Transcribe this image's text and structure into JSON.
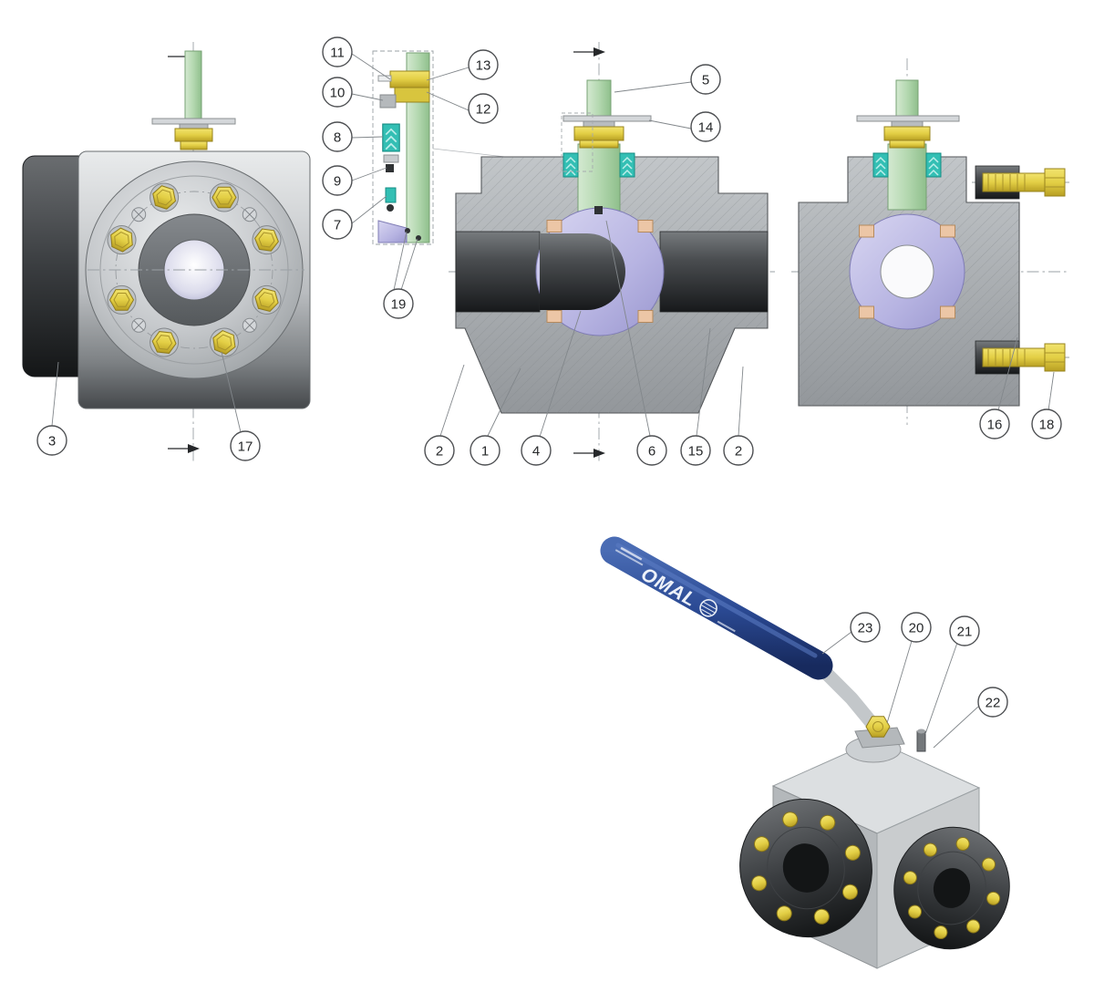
{
  "handle": {
    "brand_text": "OMAL"
  },
  "callouts": [
    {
      "label": "3"
    },
    {
      "label": "17"
    },
    {
      "label": "11"
    },
    {
      "label": "10"
    },
    {
      "label": "8"
    },
    {
      "label": "9"
    },
    {
      "label": "7"
    },
    {
      "label": "13"
    },
    {
      "label": "12"
    },
    {
      "label": "19"
    },
    {
      "label": "5"
    },
    {
      "label": "14"
    },
    {
      "label": "2"
    },
    {
      "label": "1"
    },
    {
      "label": "4"
    },
    {
      "label": "6"
    },
    {
      "label": "15"
    },
    {
      "label": "2"
    },
    {
      "label": "16"
    },
    {
      "label": "18"
    },
    {
      "label": "23"
    },
    {
      "label": "20"
    },
    {
      "label": "21"
    },
    {
      "label": "22"
    }
  ],
  "colors": {
    "background": "#ffffff",
    "body_gray": "#a7abaf",
    "dark_steel": "#2b2e30",
    "stem_green": "#b4d8b0",
    "seal_teal": "#33bfb4",
    "brass_yellow": "#e3cf45",
    "ball_lavender": "#b7b4e2",
    "seat_salmon": "#ecc6a6",
    "handle_blue": "#2b4a94",
    "balloon_stroke": "#4d4f52"
  }
}
